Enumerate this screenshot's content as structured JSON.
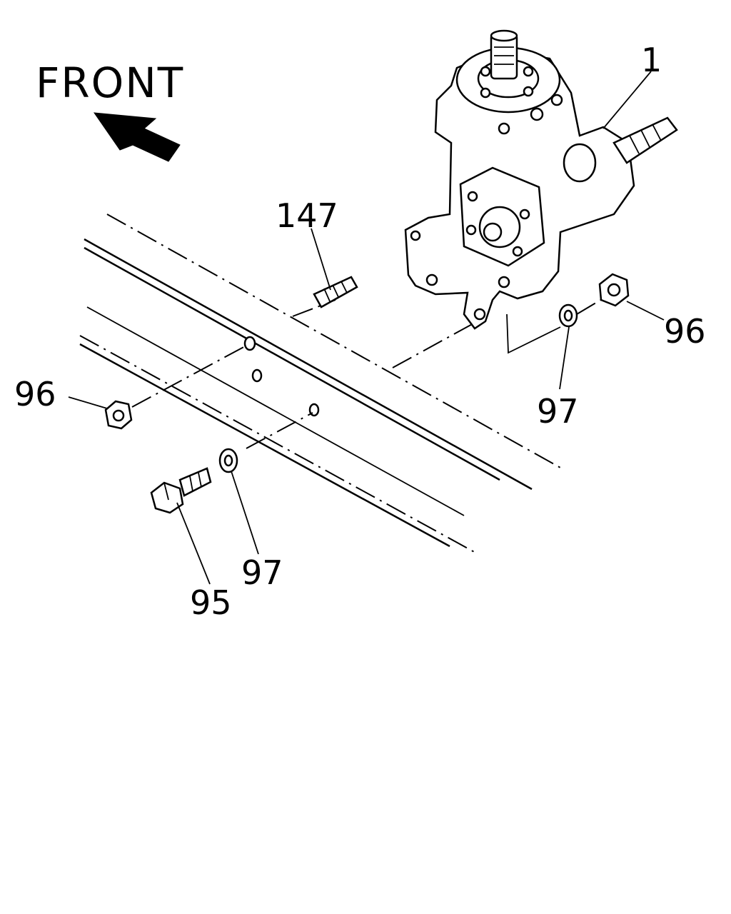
{
  "direction": {
    "label": "FRONT"
  },
  "callouts": {
    "gear_box": "1",
    "stud": "147",
    "nut_right": "96",
    "nut_left": "96",
    "washer_right": "97",
    "washer_left": "97",
    "bolt": "95"
  },
  "colors": {
    "ink": "#000000",
    "paper": "#ffffff"
  }
}
